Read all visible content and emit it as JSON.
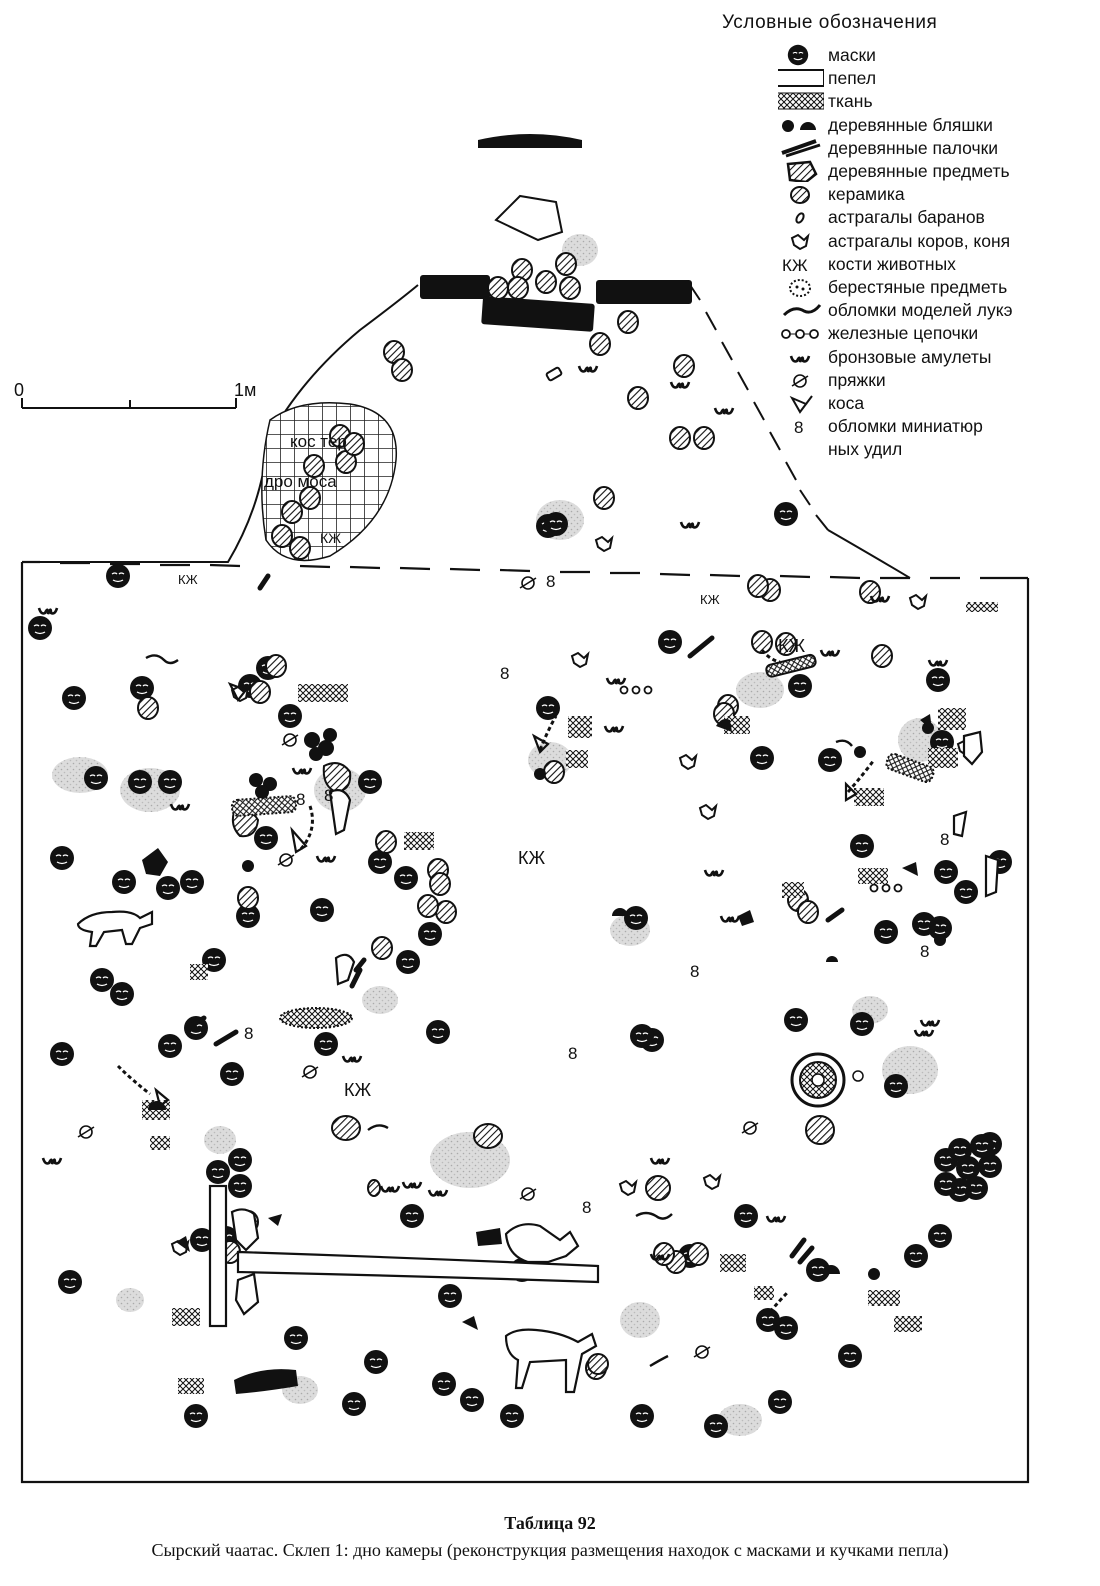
{
  "legend": {
    "title": "Условные обозначения",
    "items": [
      {
        "icon": "mask-icon",
        "label": "маски"
      },
      {
        "icon": "ash-icon",
        "label": "пепел"
      },
      {
        "icon": "fabric-icon",
        "label": "ткань"
      },
      {
        "icon": "wooden-plaques-icon",
        "label": "деревянные  бляшки"
      },
      {
        "icon": "wooden-sticks-icon",
        "label": "деревянные палочки"
      },
      {
        "icon": "wooden-objects-icon",
        "label": "деревянные предметь"
      },
      {
        "icon": "ceramics-icon",
        "label": "керамика"
      },
      {
        "icon": "sheep-astragali-icon",
        "label": "астрагалы баранов"
      },
      {
        "icon": "cattle-astragali-icon",
        "label": "астрагалы коров, коня"
      },
      {
        "icon": "kzh-icon",
        "label": "кости животных",
        "symbol": "КЖ"
      },
      {
        "icon": "birch-bark-icon",
        "label": "берестяные предметь"
      },
      {
        "icon": "bow-fragments-icon",
        "label": "обломки моделей лукэ"
      },
      {
        "icon": "iron-chain-icon",
        "label": "железные цепочки"
      },
      {
        "icon": "bronze-amulet-icon",
        "label": "бронзовые амулеты"
      },
      {
        "icon": "buckle-icon",
        "label": "пряжки"
      },
      {
        "icon": "scythe-icon",
        "label": "коса"
      },
      {
        "icon": "miniature-bit-icon",
        "label": "обломки  миниатюр",
        "symbol": "8"
      },
      {
        "icon": "",
        "label": "ных удил"
      }
    ]
  },
  "scale": {
    "start": "0",
    "end": "1м"
  },
  "plan": {
    "pyre_label_1": "кос тер",
    "pyre_label_2": "дро моса",
    "pyre_label_3": "КЖ",
    "bones_label": "КЖ",
    "bit_label": "8"
  },
  "caption": {
    "title": "Таблица 92",
    "text": "Сырский чаатас. Склеп 1: дно камеры (реконструкция размещения находок с масками и кучками пепла)"
  },
  "colors": {
    "ink": "#111111",
    "ash": "#d3d3d3",
    "paper": "#ffffff"
  }
}
